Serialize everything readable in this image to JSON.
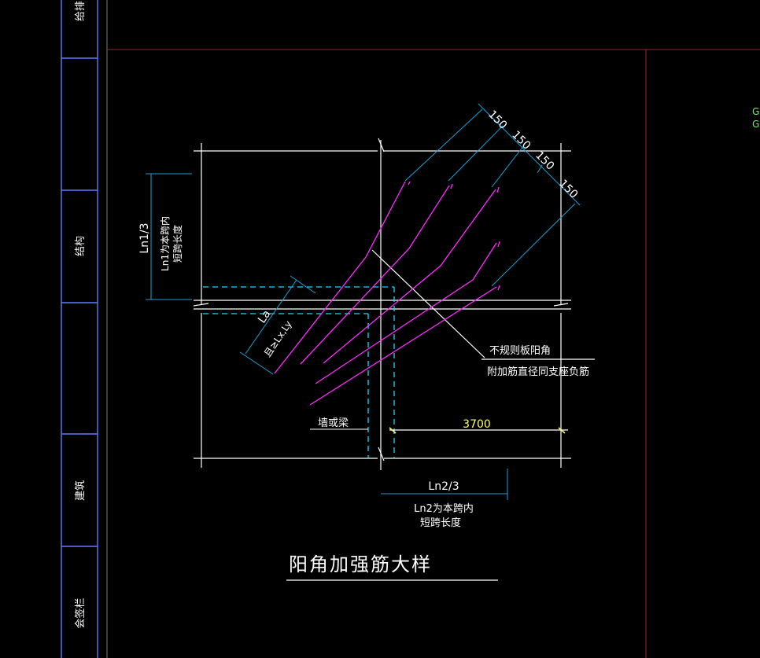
{
  "colors": {
    "background": "#000000",
    "white_line": "#ffffff",
    "frame_line": "#5b7cff",
    "border_red": "#7a1e2a",
    "magenta": "#ff2bff",
    "cyan": "#1ed6ff",
    "cyan_dim": "#1f9fd6",
    "yellow": "#ffff66",
    "green": "#55ff55"
  },
  "title_block": {
    "labels": [
      "给排",
      "结构",
      "建筑",
      "会签栏"
    ]
  },
  "drawing": {
    "dims_150": [
      "150",
      "150",
      "150",
      "150"
    ],
    "ln1_label": "Ln1/3",
    "ln1_note_1": "Ln1为本跨内",
    "ln1_note_2": "短跨长度",
    "la_label": "La",
    "la_note": "且≥Lx,Ly",
    "corner_note": "不规则板阳角",
    "corner_note_2": "附加筋直径同支座负筋",
    "wall_label": "墙或梁",
    "dim_3700": "3700",
    "ln2_label": "Ln2/3",
    "ln2_note_1": "Ln2为本跨内",
    "ln2_note_2": "短跨长度",
    "title": "阳角加强筋大样",
    "side_cut_1": "GI",
    "side_cut_2": "GI"
  }
}
